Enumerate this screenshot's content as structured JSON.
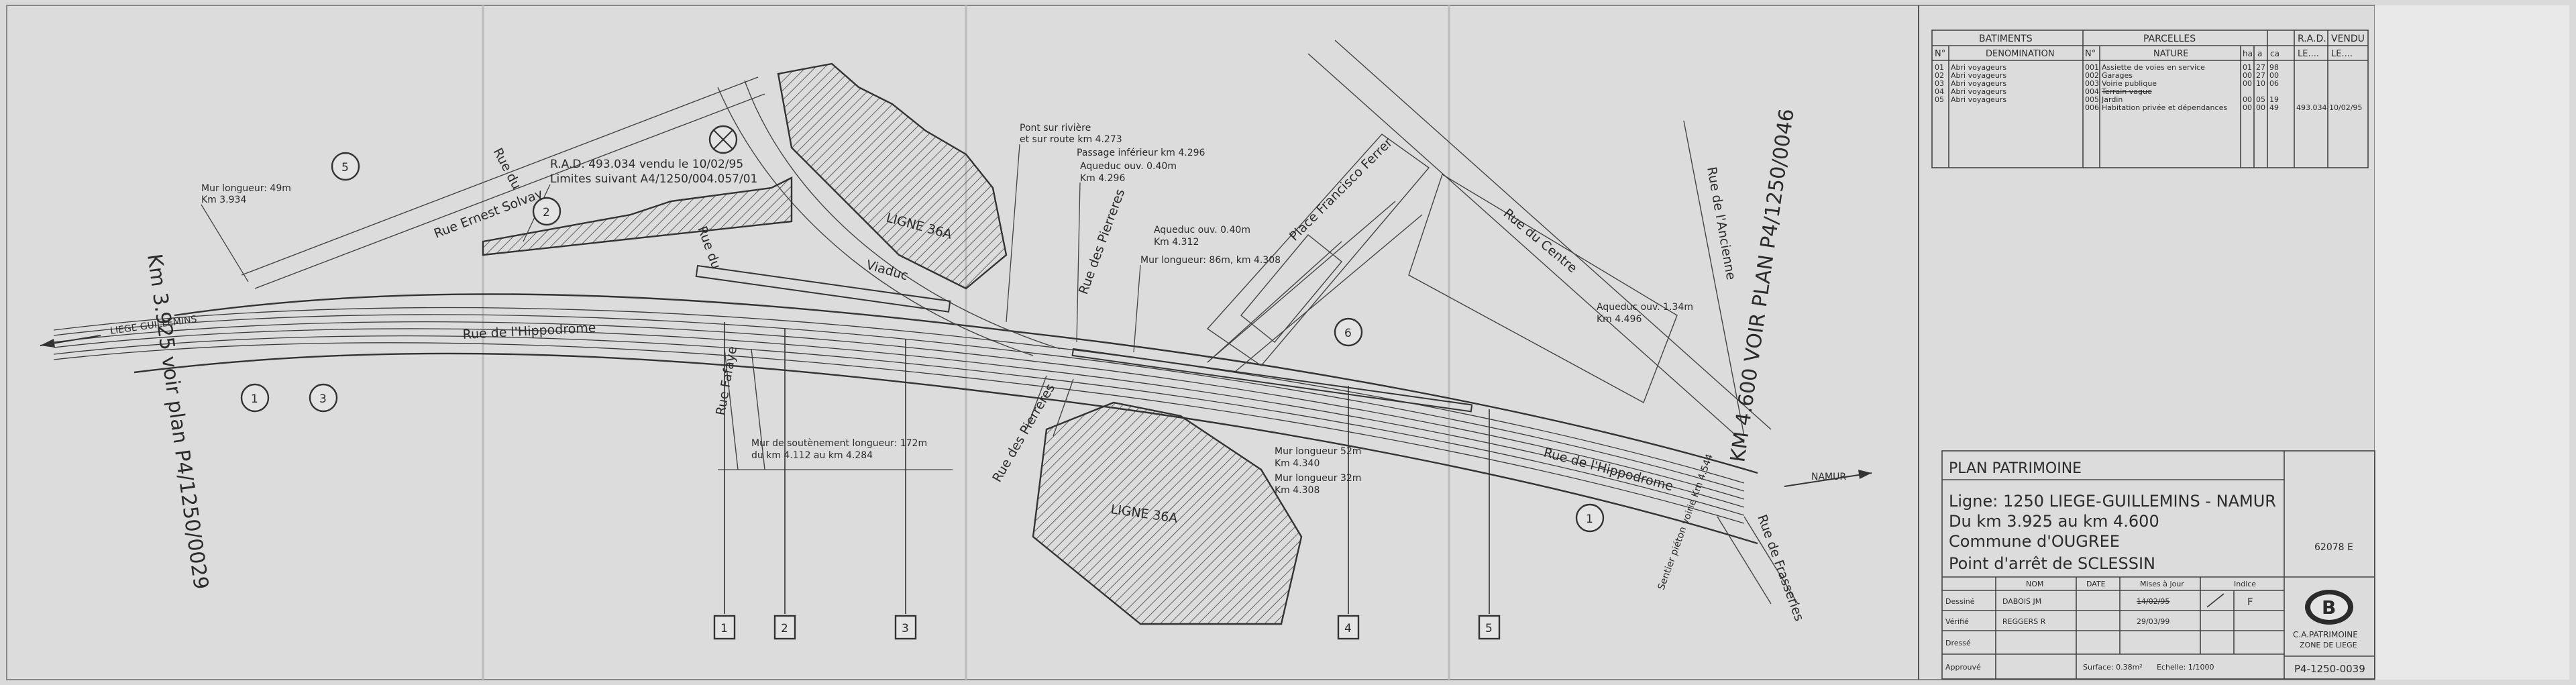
{
  "labels": {
    "km_left": "Km 3.925 voir plan P4/1250/0029",
    "km_right": "KM 4.600 VOIR PLAN P4/1250/0046",
    "liege": "LIEGE GUILLEMINS",
    "namur": "NAMUR",
    "rue_solvay": "Rue Ernest Solvay",
    "rue_du": "Rue du",
    "viaduc": "Viaduc",
    "rue_hippo_left": "Rue de l'Hippodrome",
    "rue_hippo_right": "Rue de l'Hippodrome",
    "rue_fafaye": "Rue Fafaye",
    "rue_piercires_top": "Rue des Pierreres",
    "rue_piercires_bottom": "Rue des Pierreres",
    "place_ferrer": "Place Francisco Ferrer",
    "rue_centre": "Rue du Centre",
    "rue_ancien": "Rue de l'Ancienne",
    "rue_frasseries": "Rue de Frasseries",
    "sentier": "Sentier piéton voirie Km 4.544",
    "ligne_top": "LIGNE 36A",
    "ligne_bottom": "LIGNE 36A"
  },
  "annotations": {
    "mur49": "Mur longueur: 49m",
    "km3934": "Km 3.934",
    "rad1": "R.A.D. 493.034 vendu le 10/02/95",
    "rad2": "Limites suivant A4/1250/004.057/01",
    "pont1": "Pont sur rivière",
    "pont2": "et sur route km 4.273",
    "passage": "Passage inférieur km 4.296",
    "aqueduc1": "Aqueduc ouv. 0.40m",
    "km4296": "Km 4.296",
    "aqueduc2": "Aqueduc ouv. 0.40m",
    "km4312": "Km 4.312",
    "mur86": "Mur longueur: 86m, km 4.308",
    "aqueduc3": "Aqueduc ouv. 1.34m",
    "km4496": "Km 4.496",
    "soutenement1": "Mur de soutènement longueur: 172m",
    "soutenement2": "du km 4.112 au km 4.284",
    "mur52": "Mur longueur 52m",
    "km4340": "Km 4.340",
    "mur32": "Mur longueur 32m",
    "km4308": "Km 4.308"
  },
  "circles": [
    "1",
    "2",
    "3",
    "5",
    "6",
    "1"
  ],
  "boxes": [
    "1",
    "2",
    "3",
    "4",
    "5"
  ],
  "table": {
    "batiments": "BATIMENTS",
    "parcelles": "PARCELLES",
    "rad": "R.A.D.",
    "vendu": "VENDU",
    "no": "N°",
    "denomination": "DENOMINATION",
    "no2": "N°",
    "nature": "NATURE",
    "ha": "ha",
    "a": "a",
    "ca": "ca",
    "le1": "LE....",
    "le2": "LE....",
    "bat_rows": [
      {
        "n": "01",
        "d": "Abri voyageurs"
      },
      {
        "n": "02",
        "d": "Abri voyageurs"
      },
      {
        "n": "03",
        "d": "Abri voyageurs"
      },
      {
        "n": "04",
        "d": "Abri voyageurs"
      },
      {
        "n": "05",
        "d": "Abri voyageurs"
      }
    ],
    "parc_rows": [
      {
        "n": "001",
        "d": "Assiette de voies en service",
        "ha": "01",
        "a": "27",
        "ca": "98"
      },
      {
        "n": "002",
        "d": "Garages",
        "ha": "00",
        "a": "27",
        "ca": "00"
      },
      {
        "n": "003",
        "d": "Voirie publique",
        "ha": "00",
        "a": "10",
        "ca": "06"
      },
      {
        "n": "004",
        "d": "Terrain vague",
        "ha": "",
        "a": "",
        "ca": ""
      },
      {
        "n": "005",
        "d": "Jardin",
        "ha": "00",
        "a": "05",
        "ca": "19"
      },
      {
        "n": "006",
        "d": "Habitation privée et dépendances",
        "ha": "00",
        "a": "00",
        "ca": "49"
      }
    ],
    "rad_value": "493.034",
    "vendu_value": "10/02/95"
  },
  "titleblock": {
    "title": "PLAN PATRIMOINE",
    "ligne": "Ligne: 1250 LIEGE-GUILLEMINS - NAMUR",
    "km": "Du km 3.925 au km 4.600",
    "commune": "Commune d'OUGREE",
    "point": "Point d'arrêt de SCLESSIN",
    "code": "62078 E",
    "col_nom": "NOM",
    "col_date": "DATE",
    "col_mise": "Mises à jour",
    "col_indice": "Indice",
    "row_dessine": "Dessiné",
    "row_verifie": "Vérifié",
    "row_dresse": "Dressé",
    "row_approuve": "Approuvé",
    "dessine_nom": "DABOIS JM",
    "verifie_nom": "REGGERS R",
    "mise1": "14/02/95",
    "mise2": "29/03/99",
    "indice": "F",
    "surface": "Surface: 0.38m²",
    "echelle": "Echelle: 1/1000",
    "logo_letter": "B",
    "org1": "C.A.PATRIMOINE",
    "org2": "ZONE DE LIEGE",
    "plan_no": "P4-1250-0039"
  }
}
